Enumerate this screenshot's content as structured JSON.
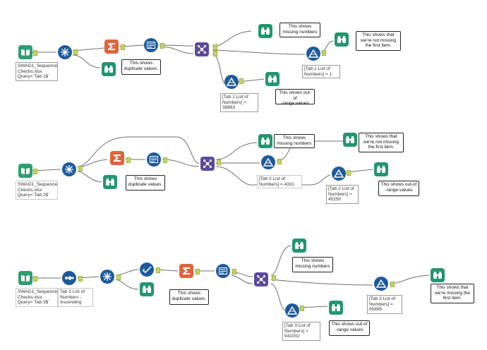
{
  "colors": {
    "wire": "#6f6f6f",
    "input_green": "#2e9e71",
    "browse_green": "#23966d",
    "summarize_orange": "#e0643c",
    "dark_blue": "#1e5a9b",
    "join_purple": "#5c4a9c",
    "anchor": "#c7d36c"
  },
  "flows": {
    "f1": {
      "input_annotation": "SWAG1_Sequence\nChecks.xlsx\nQuery=`Tab 1$`",
      "comment_missing": "This shows\nmissing numbers",
      "comment_duplicates": "This shows\nduplicate values.",
      "comment_first": "This shows that\nwe're not missing\nthe first item.",
      "comment_range": "This shows out-of\n-range values",
      "filter_first_annotation": "[Tab 1 List of\nNumbers] = 1",
      "filter_range_annotation": "[Tab 1 List of\nNumbers] >\n38863"
    },
    "f2": {
      "input_annotation": "SWAG1_Sequence\nChecks.xlsx\nQuery=`Tab 2$`",
      "comment_missing": "This shows\nmissing numbers",
      "comment_duplicates": "This shows\nduplicate values.",
      "comment_first": "This shows that\nwe're not missing\nthe first item.",
      "comment_range": "This shows out-of\n-range values",
      "filter_first_annotation": "[Tab 2 List of\nNumbers] = 4331",
      "filter_range_annotation": "[Tab 2 List of\nNumbers] >\n45250"
    },
    "f3": {
      "input_annotation": "SWAG1_Sequence\nChecks.xlsx\nQuery=`Tab 3$`",
      "sort_annotation": "Tab 3 List of\nNumbers -\nAscending",
      "comment_missing": "This shows\nmissing numbers",
      "comment_duplicates": "This shows\nduplicate values.",
      "comment_first": "This shows that\nwe're missing the\nfirst item.",
      "comment_range": "This shows out-of\n-range values",
      "filter_first_annotation": "[Tab 3 List of\nNumbers] =\n65895",
      "filter_range_annotation": "[Tab 3 List of\nNumbers] >\n541002"
    }
  }
}
